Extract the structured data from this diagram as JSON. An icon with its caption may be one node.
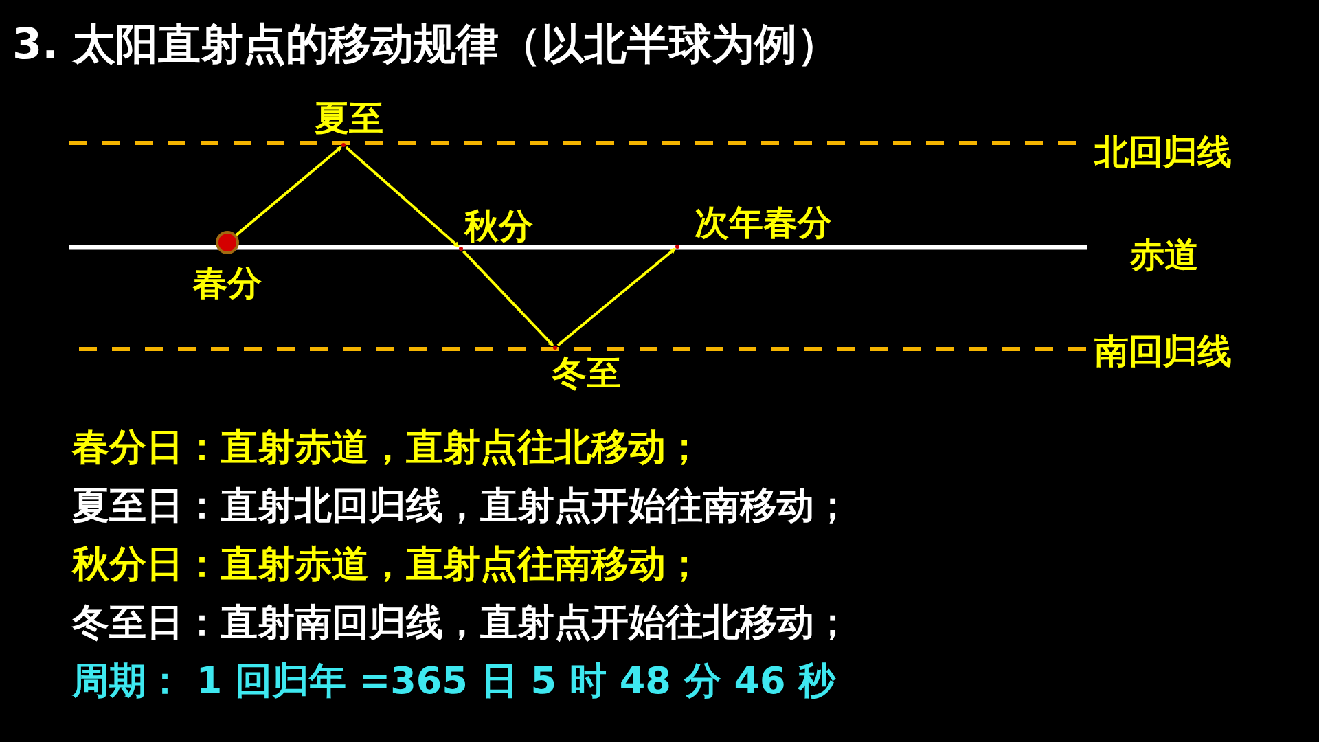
{
  "diagram": {
    "title": "3. 太阳直射点的移动规律（以北半球为例）",
    "nodes": [
      {
        "text": [
          "春分"
        ]
      },
      {
        "text": [
          "夏至"
        ]
      },
      {
        "text": [
          "秋分"
        ]
      },
      {
        "text": [
          "冬至"
        ]
      },
      {
        "text": [
          "次年春分"
        ]
      }
    ],
    "edges": [
      {
        "from": 0,
        "to": 1,
        "arrow": "to"
      },
      {
        "from": 1,
        "to": 2,
        "arrow": "to"
      },
      {
        "from": 2,
        "to": 3,
        "arrow": "to"
      },
      {
        "from": 3,
        "to": 4,
        "arrow": "to"
      }
    ],
    "labels": [
      "北回归线",
      "赤道",
      "南回归线",
      "春分日：直射赤道，直射点往北移动；",
      "夏至日：直射北回归线，直射点开始往南移动；",
      "秋分日：直射赤道，直射点往南移动；",
      "冬至日：直射南回归线，直射点开始往北移动；",
      "周期： 1 回归年  =365 日 5 时 48 分 46 秒"
    ]
  }
}
